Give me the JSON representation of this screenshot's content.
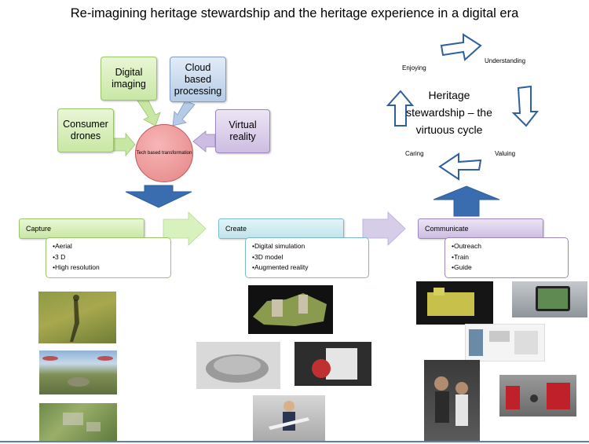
{
  "title": "Re-imagining heritage stewardship and the heritage experience in a digital era",
  "tech": {
    "center": "Tech based transformation",
    "inputs": [
      "Consumer drones",
      "Digital imaging",
      "Cloud based processing",
      "Virtual reality"
    ]
  },
  "stages": [
    {
      "label": "Capture",
      "bullets": [
        "Aerial",
        "3 D",
        "High resolution"
      ]
    },
    {
      "label": "Create",
      "bullets": [
        "Digital simulation",
        "3D model",
        "Augmented reality"
      ]
    },
    {
      "label": "Communicate",
      "bullets": [
        "Outreach",
        "Train",
        "Guide"
      ]
    }
  ],
  "cycle": {
    "center": "Heritage stewardship – the virtuous cycle",
    "steps": [
      "Understanding",
      "Valuing",
      "Caring",
      "Enjoying"
    ]
  },
  "colors": {
    "green": "#c9e7a4",
    "blue": "#b6cbe6",
    "purple": "#cdbde2",
    "red": "#e58585",
    "arrow_blue": "#2e5f9e"
  }
}
